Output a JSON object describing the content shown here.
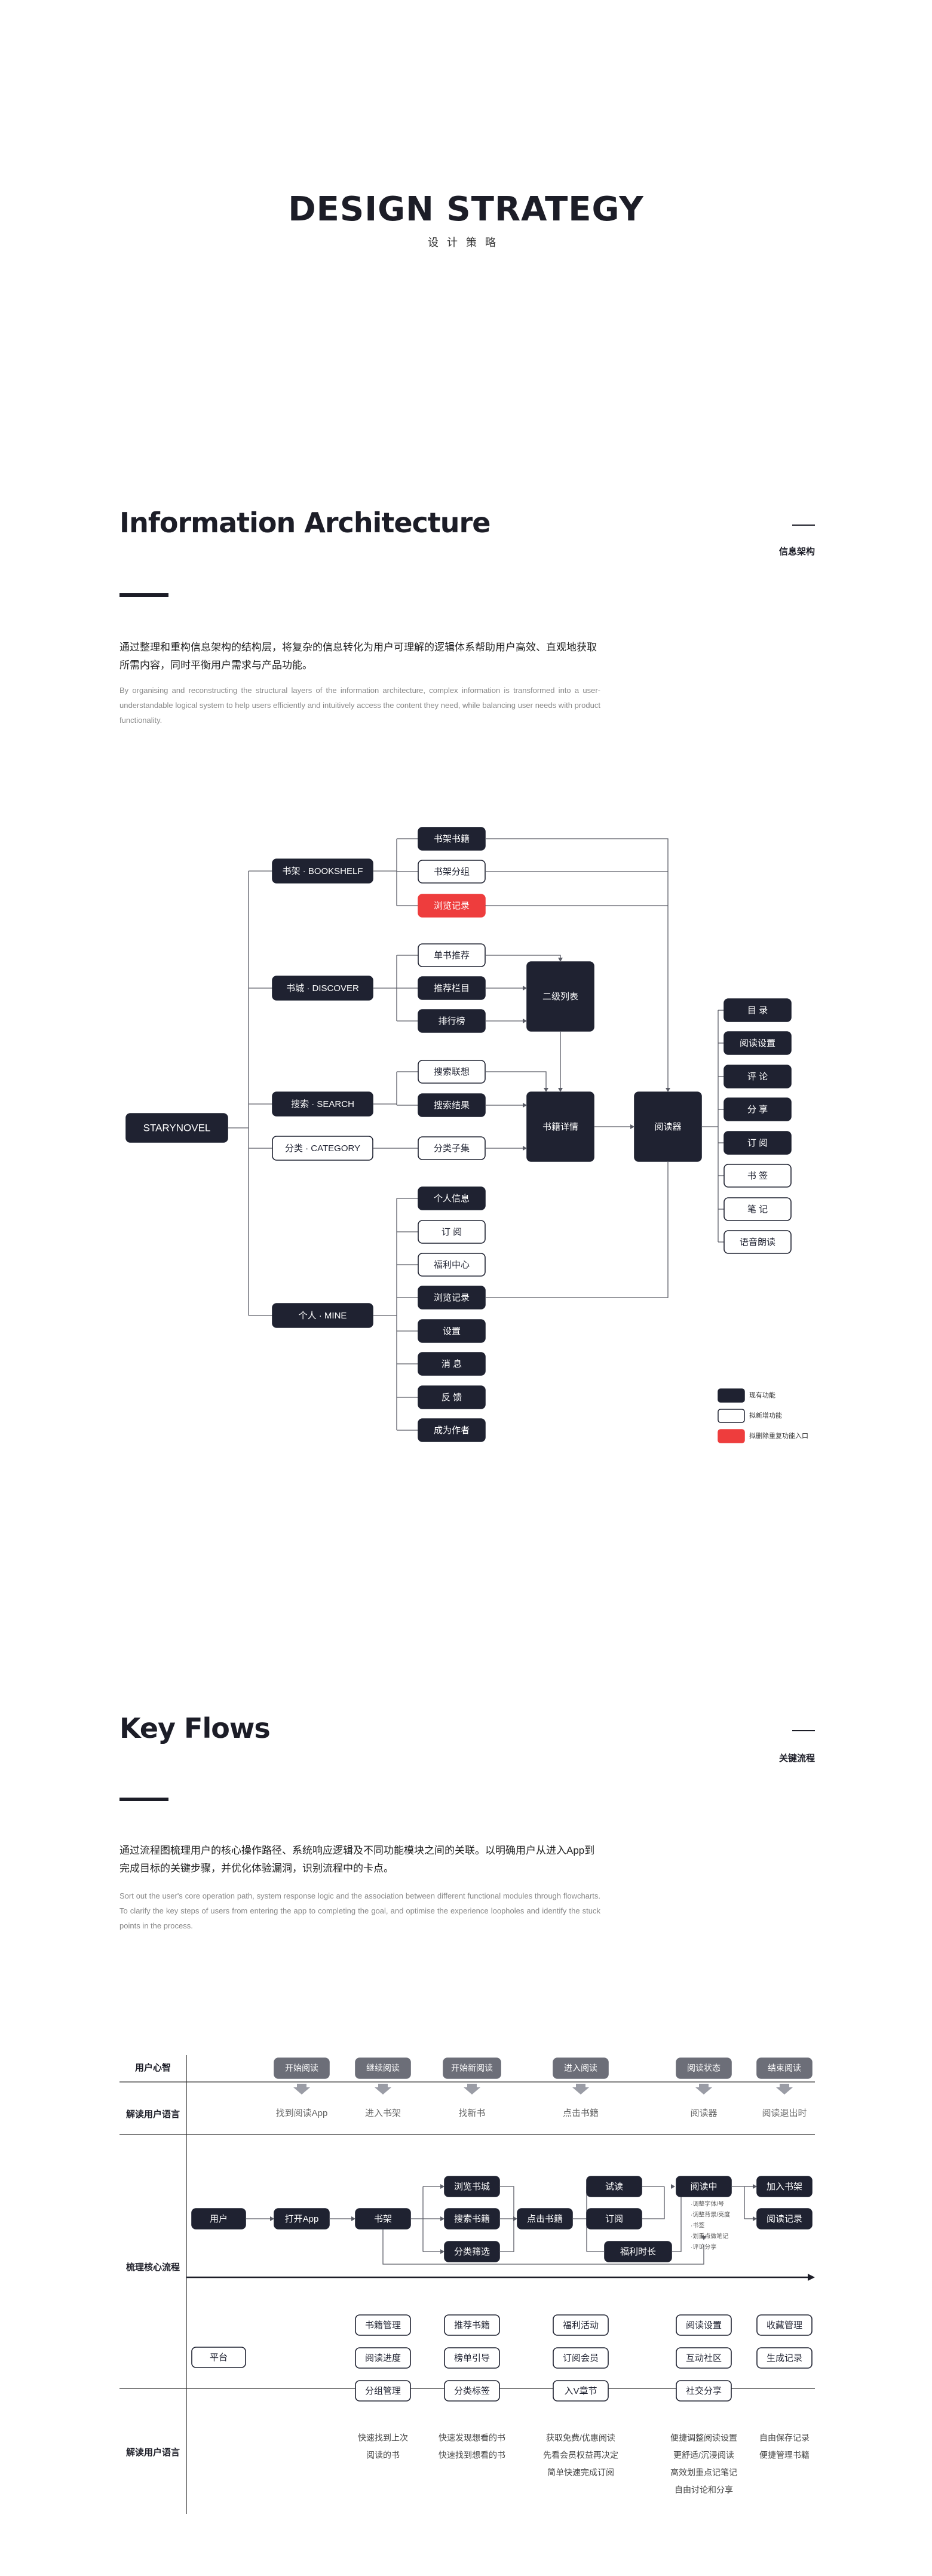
{
  "hero": {
    "title": "DESIGN STRATEGY",
    "subtitle": "设计策略"
  },
  "ia": {
    "title": "Information Architecture",
    "side_label": "信息架构",
    "desc_cn": "通过整理和重构信息架构的结构层，将复杂的信息转化为用户可理解的逻辑体系帮助用户高效、直观地获取所需内容，同时平衡用户需求与产品功能。",
    "desc_en": "By organising and reconstructing the structural layers of the information architecture, complex information is transformed into a user-understandable logical system to help users efficiently and intuitively access the content they need, while balancing user needs with product functionality.",
    "root": "STARYNOVEL",
    "level1": [
      "书架 · BOOKSHELF",
      "书城 · DISCOVER",
      "搜索 · SEARCH",
      "分类 · CATEGORY",
      "个人 · MINE"
    ],
    "bookshelf": [
      "书架书籍",
      "书架分组",
      "浏览记录"
    ],
    "discover": [
      "单书推荐",
      "推荐栏目",
      "排行榜"
    ],
    "search": [
      "搜索联想",
      "搜索结果"
    ],
    "category": [
      "分类子集"
    ],
    "mine": [
      "个人信息",
      "订 阅",
      "福利中心",
      "浏览记录",
      "设置",
      "消 息",
      "反 馈",
      "成为作者"
    ],
    "second_list": "二级列表",
    "book_detail": "书籍详情",
    "reader": "阅读器",
    "reader_items": [
      "目 录",
      "阅读设置",
      "评 论",
      "分 享",
      "订 阅",
      "书 签",
      "笔 记",
      "语音朗读"
    ],
    "legend": [
      "现有功能",
      "拟新增功能",
      "拟删除重复功能入口"
    ],
    "colors": {
      "dark": "#1f2231",
      "red": "#ee3d3d",
      "line": "#5a5c66"
    }
  },
  "kf": {
    "title": "Key Flows",
    "side_label": "关键流程",
    "desc_cn": "通过流程图梳理用户的核心操作路径、系统响应逻辑及不同功能模块之间的关联。以明确用户从进入App到完成目标的关键步骤，并优化体验漏洞，识别流程中的卡点。",
    "desc_en": "Sort out the user's core operation path, system response logic and the association between different functional modules through flowcharts. To clarify the key steps of users from entering the app to completing the goal, and optimise the experience loopholes and identify the stuck points in the process.",
    "row_labels": [
      "用户心智",
      "解读用户语言",
      "梳理核心流程",
      "解读用户语言"
    ],
    "mind": [
      "开始阅读",
      "继续阅读",
      "开始新阅读",
      "进入阅读",
      "阅读状态",
      "结束阅读"
    ],
    "mind_words": [
      "找到阅读App",
      "进入书架",
      "找新书",
      "点击书籍",
      "阅读器",
      "阅读退出时"
    ],
    "flow": {
      "user": "用户",
      "open": "打开App",
      "shelf": "书架",
      "branch": [
        "浏览书城",
        "搜索书籍",
        "分类筛选"
      ],
      "click": "点击书籍",
      "access": [
        "试读",
        "订阅",
        "福利时长"
      ],
      "reading": "阅读中",
      "reading_notes": [
        "·调整字体/号",
        "·调整背景/亮度",
        "·书签",
        "·划重点做笔记",
        "·评论分享"
      ],
      "end": [
        "加入书架",
        "阅读记录"
      ]
    },
    "platform": "平台",
    "platform_cols": [
      [
        "书籍管理",
        "阅读进度",
        "分组管理"
      ],
      [
        "推荐书籍",
        "榜单引导",
        "分类标签"
      ],
      [
        "福利活动",
        "订阅会员",
        "入V章节"
      ],
      [
        "阅读设置",
        "互动社区",
        "社交分享"
      ],
      [
        "收藏管理",
        "生成记录"
      ]
    ],
    "interpret": [
      "快速找到上次\n阅读的书",
      "快速发现想看的书\n快速找到想看的书",
      "获取免费/优惠阅读\n先看会员权益再决定\n简单快速完成订阅",
      "便捷调整阅读设置\n更舒适/沉浸阅读\n高效划重点记笔记\n自由讨论和分享",
      "自由保存记录\n便捷管理书籍"
    ]
  }
}
